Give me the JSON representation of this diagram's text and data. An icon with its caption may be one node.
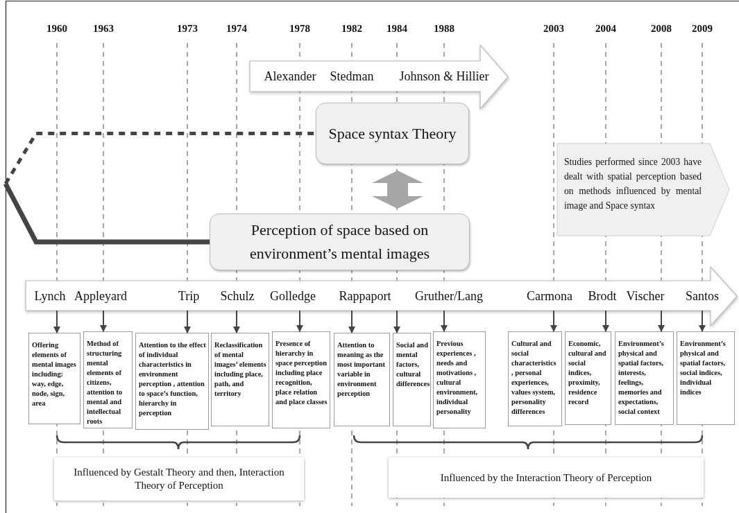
{
  "diagram": {
    "nodes": [
      {
        "text": [
          "Alexander",
          "Stedman",
          "Johnson & Hillier"
        ]
      },
      {
        "text": [
          "Space syntax Theory"
        ]
      },
      {
        "text": [
          "Perception of space based on environment’s mental images"
        ]
      },
      {
        "text": [
          "Studies performed since 2003 have dealt with spatial perception based on methods influenced by mental image and Space syntax"
        ]
      },
      {
        "text": [
          "Lynch",
          "Appleyard",
          "Trip",
          "Schulz",
          "Golledge",
          "Rappaport",
          "Gruther/Lang",
          "Carmona",
          "Brodt",
          "Vischer",
          "Santos"
        ]
      },
      {
        "text": [
          "Offering elements of mental images including: way, edge, node, sign, area"
        ]
      },
      {
        "text": [
          "Method of structuring mental elements of citizens, attention to mental and intellectual roots"
        ]
      },
      {
        "text": [
          "Attention to the effect of individual characteristics in environment perception , attention to space’s function, hierarchy in perception"
        ]
      },
      {
        "text": [
          "Reclassification of mental images’ elements including place, path, and territory"
        ]
      },
      {
        "text": [
          "Presence of hierarchy in space perception including place recognition, place relation and place classes"
        ]
      },
      {
        "text": [
          "Attention to meaning as the most important variable in environment perception"
        ]
      },
      {
        "text": [
          "Social and mental factors, cultural differences"
        ]
      },
      {
        "text": [
          "Previous experiences , needs and motivations , cultural environment, individual personality"
        ]
      },
      {
        "text": [
          "Cultural and social characteristics , personal experiences, values system, personality differences"
        ]
      },
      {
        "text": [
          "Economic, cultural and social indices, proximity, residence record"
        ]
      },
      {
        "text": [
          "Environment’s physical and spatial factors, interests, feelings, memories and expectations, social context"
        ]
      },
      {
        "text": [
          "Environment’s physical and spatial factors, social indices, individual indices"
        ]
      },
      {
        "text": [
          "Influenced by Gestalt Theory and then, Interaction Theory of Perception"
        ]
      },
      {
        "text": [
          "Influenced by the Interaction Theory of Perception"
        ]
      }
    ],
    "edges": [
      {
        "from": null,
        "to": 1,
        "arrow": "none",
        "style": "dashed"
      },
      {
        "from": null,
        "to": 2,
        "arrow": "none",
        "style": "thick"
      },
      {
        "from": 1,
        "to": 2,
        "arrow": "both",
        "style": "thick",
        "color": "#a6a6a6"
      },
      {
        "from": 4,
        "to": 5,
        "arrow": "to"
      },
      {
        "from": 4,
        "to": 6,
        "arrow": "to"
      },
      {
        "from": 4,
        "to": 7,
        "arrow": "to"
      },
      {
        "from": 4,
        "to": 8,
        "arrow": "to"
      },
      {
        "from": 4,
        "to": 9,
        "arrow": "to"
      },
      {
        "from": 4,
        "to": 10,
        "arrow": "to"
      },
      {
        "from": 4,
        "to": 11,
        "arrow": "to"
      },
      {
        "from": 4,
        "to": 12,
        "arrow": "to"
      },
      {
        "from": 4,
        "to": 13,
        "arrow": "to"
      },
      {
        "from": 4,
        "to": 14,
        "arrow": "to"
      },
      {
        "from": 4,
        "to": 15,
        "arrow": "to"
      },
      {
        "from": 4,
        "to": 16,
        "arrow": "to"
      }
    ],
    "labels": [
      "1960",
      "1963",
      "1973",
      "1974",
      "1978",
      "1982",
      "1984",
      "1988",
      "2003",
      "2004",
      "2008",
      "2009"
    ]
  }
}
